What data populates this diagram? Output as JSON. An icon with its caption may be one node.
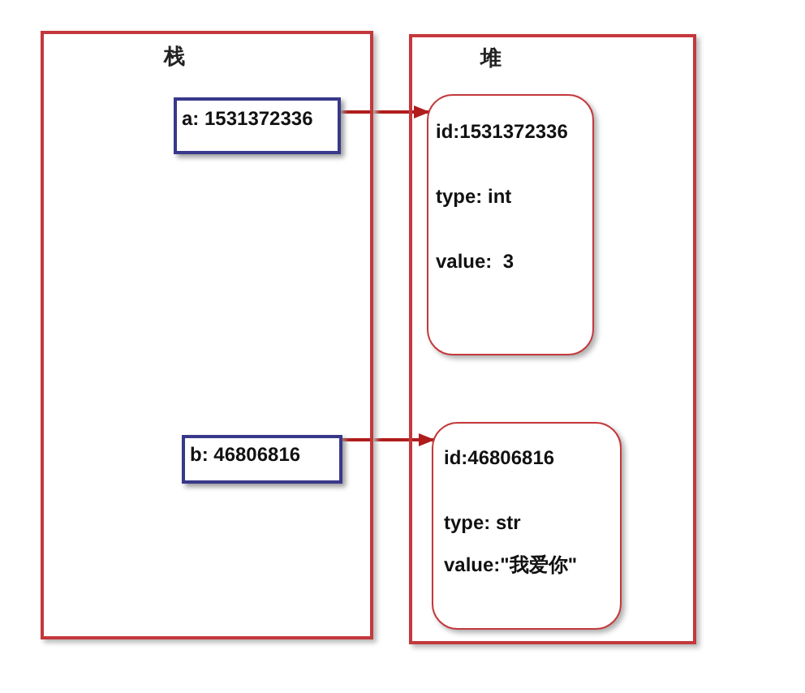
{
  "diagram": {
    "nodes": [
      {
        "text": [
          "栈"
        ]
      },
      {
        "text": [
          "a: 1531372336"
        ],
        "in": 0
      },
      {
        "text": [
          "b: 46806816"
        ],
        "in": 0
      },
      {
        "text": [
          "堆"
        ]
      },
      {
        "text": [
          "id:1531372336",
          "type: int",
          "value:  3"
        ],
        "in": 3
      },
      {
        "text": [
          "id:46806816",
          "type: str",
          "value:\"我爱你\""
        ],
        "in": 3
      }
    ],
    "edges": [
      {
        "from": 1,
        "to": 4,
        "arrow": "to"
      },
      {
        "from": 2,
        "to": 5,
        "arrow": "to"
      }
    ]
  }
}
